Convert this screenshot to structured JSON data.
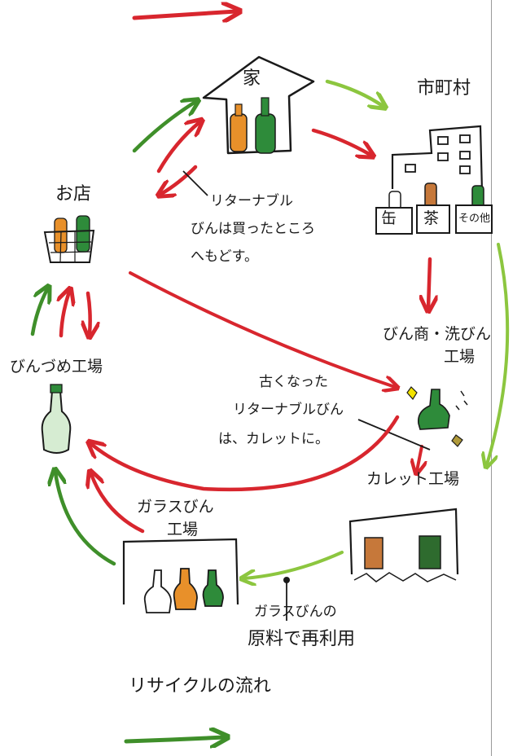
{
  "nodes": {
    "house": "家",
    "municipality": "市町村",
    "shop": "お店",
    "bottling_factory": "びんづめ工場",
    "washing_factory_line1": "びん商・洗びん",
    "washing_factory_line2": "工場",
    "cullet_factory": "カレット工場",
    "glass_factory_line1": "ガラスびん",
    "glass_factory_line2": "工場"
  },
  "bins": [
    "缶",
    "茶",
    "その他"
  ],
  "notes": {
    "returnable_line1": "リターナブル",
    "returnable_line2": "びんは買ったところ",
    "returnable_line3": "へもどす。",
    "old_line1": "古くなった",
    "old_line2": "リターナブルびん",
    "old_line3": "は、カレットに。",
    "raw_line1": "ガラスびんの",
    "raw_line2": "原料で再利用"
  },
  "legend": {
    "recycle_label": "リサイクルの流れ"
  },
  "colors": {
    "red_flow": "#d8262e",
    "green_flow": "#3f8f2a",
    "light_green_flow": "#8cc63f",
    "bottle_orange": "#e8902a",
    "bottle_green": "#2e8b3a",
    "ink": "#1a1a1a"
  }
}
